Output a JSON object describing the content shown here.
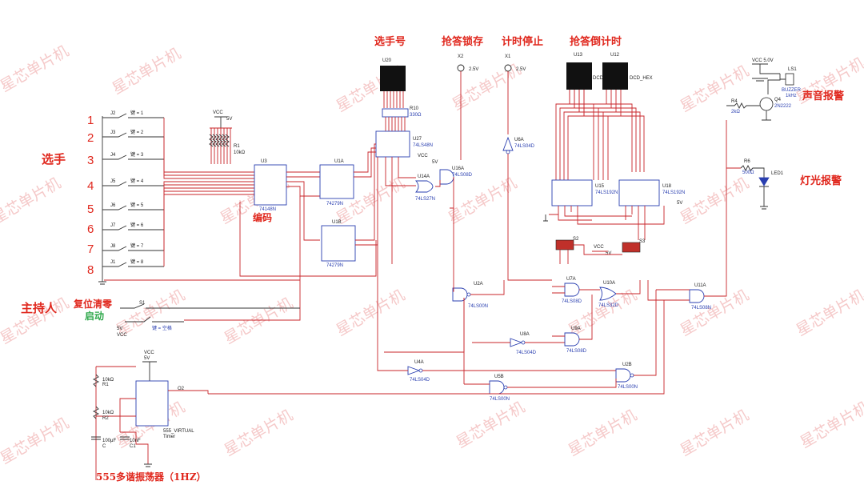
{
  "titles": {
    "player_number": "选手号",
    "answer_lock": "抢答锁存",
    "timer_stop": "计时停止",
    "countdown": "抢答倒计时",
    "sound_alarm": "声音报警",
    "light_alarm": "灯光报警",
    "players": "选手",
    "encode": "编码",
    "host": "主持人",
    "reset": "复位清零",
    "start": "启动",
    "oscillator": "555多谐振荡器（1HZ）"
  },
  "player_numbers": [
    "1",
    "2",
    "3",
    "4",
    "5",
    "6",
    "7",
    "8"
  ],
  "switch_labels": [
    "J2",
    "J3",
    "J4",
    "J5",
    "J6",
    "J7",
    "J8",
    "J1"
  ],
  "key_labels": [
    "键 = 1",
    "键 = 2",
    "键 = 3",
    "键 = 4",
    "键 = 5",
    "键 = 6",
    "键 = 7",
    "键 = 8"
  ],
  "chips": {
    "U3": {
      "name": "U3",
      "part": "74148N"
    },
    "U1A": {
      "name": "U1A",
      "part": "74279N"
    },
    "U1B": {
      "name": "U1B",
      "part": "74279N"
    },
    "U27": {
      "name": "U27",
      "part": "74LS48N"
    },
    "U20": {
      "name": "U20"
    },
    "R10": {
      "name": "R10",
      "val": "330Ω"
    },
    "U15": {
      "name": "U15",
      "part": "74LS192N"
    },
    "U18": {
      "name": "U18",
      "part": "74LS192N"
    },
    "U13": {
      "name": "U13"
    },
    "U12": {
      "name": "U12",
      "part": "DCD_HEX"
    },
    "DCD": {
      "name": "DCD"
    },
    "R1": {
      "name": "R1",
      "val": "10kΩ"
    },
    "555": {
      "name": "555_VIRTUAL",
      "part": "Timer"
    }
  },
  "gates": {
    "U16A": {
      "name": "U16A",
      "part": "74LS08D"
    },
    "U14A": {
      "name": "U14A",
      "part": "74LS27N"
    },
    "U6A": {
      "name": "U6A",
      "part": "74LS04D"
    },
    "U2A": {
      "name": "U2A",
      "part": "74LS00N"
    },
    "U7A": {
      "name": "U7A",
      "part": "74LS08D"
    },
    "U10A": {
      "name": "U10A",
      "part": "74LS32D"
    },
    "U11A": {
      "name": "U11A",
      "part": "74LS08N"
    },
    "U8A": {
      "name": "U8A",
      "part": "74LS04D"
    },
    "U9A": {
      "name": "U9A",
      "part": "74LS08D"
    },
    "U4A": {
      "name": "U4A",
      "part": "74LS04D"
    },
    "U5B": {
      "name": "U5B",
      "part": "74LS00N"
    },
    "U2B": {
      "name": "U2B",
      "part": "74LS00N"
    }
  },
  "probes": {
    "X2": {
      "name": "X2",
      "val": "2.5V"
    },
    "X1": {
      "name": "X1",
      "val": "2.5V"
    }
  },
  "power": {
    "vcc": "VCC",
    "v5": "5V",
    "vcc50": "VCC  5.0V"
  },
  "misc": {
    "LS1": "LS1",
    "buzzer": "BUZZER",
    "buzzer_freq": "1kHz",
    "Q4": "Q4",
    "Q4_part": "2N2222",
    "R4": "R4",
    "R4_val": "2kΩ",
    "R6": "R6",
    "R6_val": "500Ω",
    "LED1": "LED1",
    "S1": "S1",
    "S1_key": "键 = 空格",
    "S2": "S2",
    "S3": "S3",
    "R1": "R1",
    "R1_val": "10kΩ",
    "R2": "R2",
    "R2_val": "10kΩ",
    "C": "C",
    "C_val": "100μF",
    "C1": "C1",
    "C1_val": "10nF",
    "O2": "O2",
    "vcc_label": "VCC",
    "5v_label": "5V"
  },
  "watermark": "星芯单片机"
}
